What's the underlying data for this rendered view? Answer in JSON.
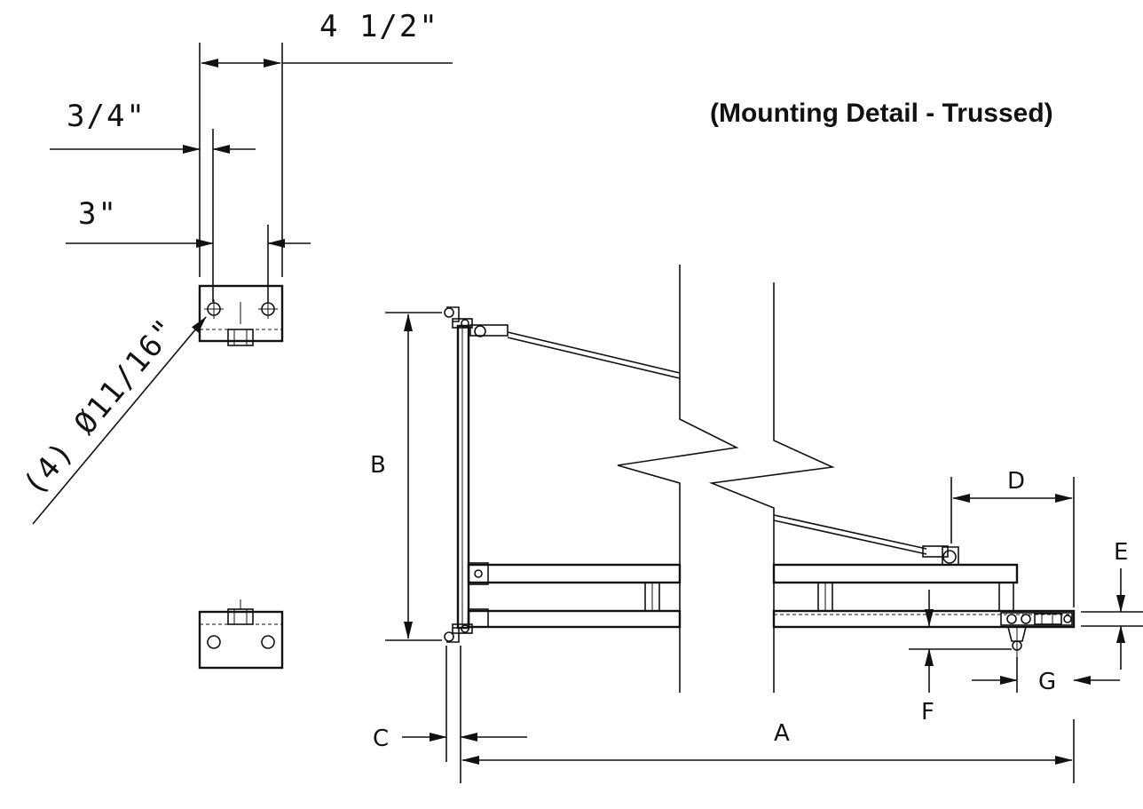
{
  "title": "(Mounting Detail - Trussed)",
  "bracket_dims": {
    "overall_width": "4 1/2\"",
    "edge_offset": "3/4\"",
    "hole_spacing": "3\"",
    "holes_callout": "(4) Ø11/16\""
  },
  "letters": {
    "a": "A",
    "b": "B",
    "c": "C",
    "d": "D",
    "e": "E",
    "f": "F",
    "g": "G"
  }
}
